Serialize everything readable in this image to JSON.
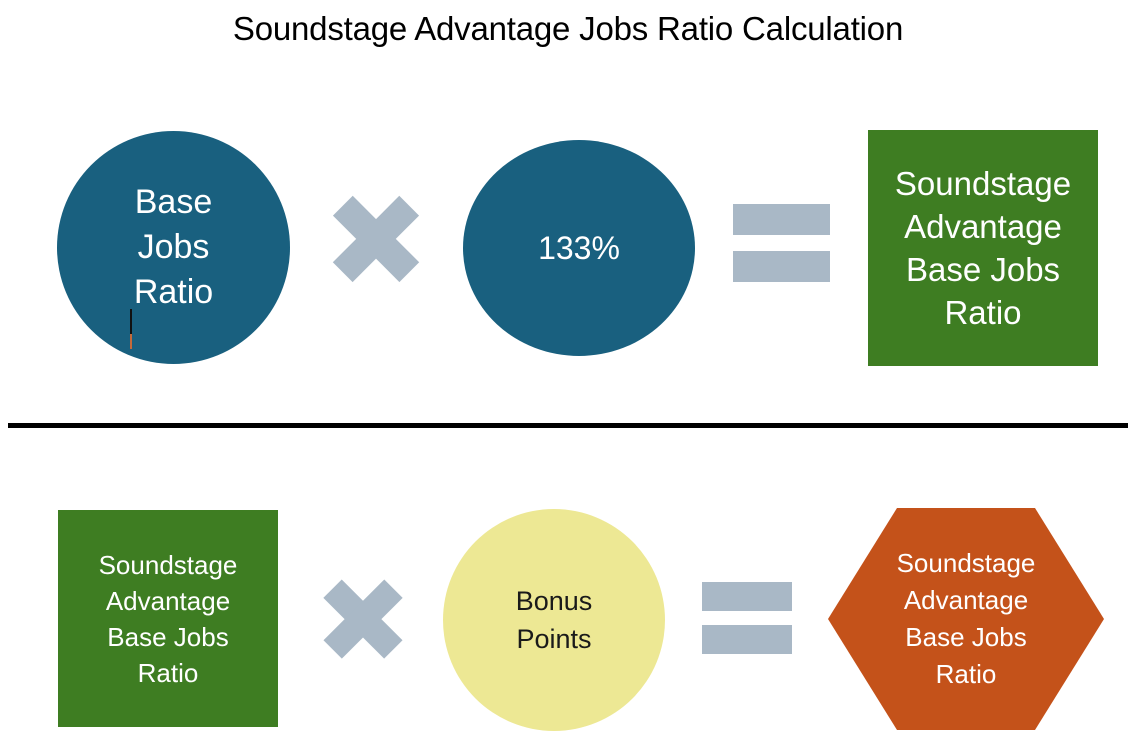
{
  "title": "Soundstage Advantage Jobs Ratio Calculation",
  "colors": {
    "blue": "#19607F",
    "green": "#3E7D22",
    "yellow": "#EDE894",
    "orange": "#C4521A",
    "operator_gray": "#A9B8C6",
    "divider": "#000000",
    "canvas": "#FFFFFF",
    "title_text": "#000000"
  },
  "equations": [
    {
      "id": "top",
      "operand_a": {
        "label": "Base\nJobs\nRatio",
        "shape": "circle",
        "fill": "#19607F",
        "text_color": "#FFFFFF",
        "has_text_caret": true
      },
      "operator_1": {
        "symbol": "multiply-icon",
        "glyph": "✕"
      },
      "operand_b": {
        "label": "133%",
        "shape": "circle",
        "fill": "#19607F",
        "text_color": "#FFFFFF"
      },
      "operator_2": {
        "symbol": "equals-icon",
        "glyph": "="
      },
      "result": {
        "label": "Soundstage\nAdvantage\nBase Jobs\nRatio",
        "shape": "rectangle",
        "fill": "#3E7D22",
        "text_color": "#FFFFFF"
      }
    },
    {
      "id": "bottom",
      "operand_a": {
        "label": "Soundstage\nAdvantage\nBase Jobs\nRatio",
        "shape": "rectangle",
        "fill": "#3E7D22",
        "text_color": "#FFFFFF"
      },
      "operator_1": {
        "symbol": "multiply-icon",
        "glyph": "✕"
      },
      "operand_b": {
        "label": "Bonus\nPoints",
        "shape": "circle",
        "fill": "#EDE894",
        "text_color": "#1A1A1A"
      },
      "operator_2": {
        "symbol": "equals-icon",
        "glyph": "="
      },
      "result": {
        "label": "Soundstage\nAdvantage\nBase Jobs\nRatio",
        "shape": "hexagon",
        "fill": "#C4521A",
        "text_color": "#FFFFFF"
      }
    }
  ],
  "divider": {
    "present": true,
    "orientation": "horizontal"
  }
}
